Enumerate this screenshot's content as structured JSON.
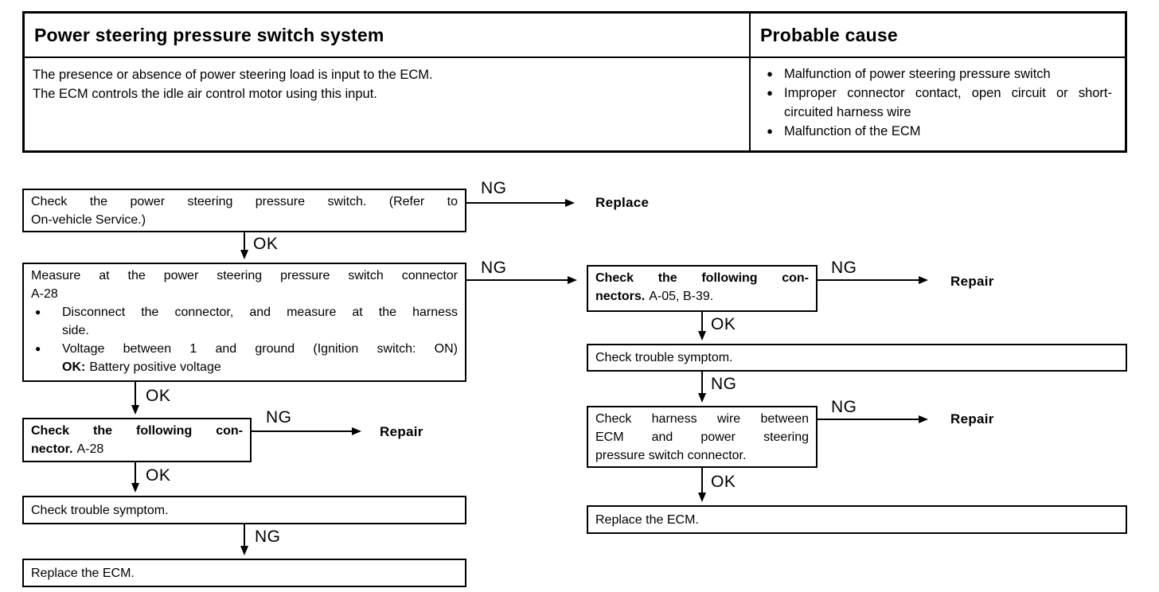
{
  "glyphs": {
    "bullet": "●"
  },
  "header_table": {
    "system_title": "Power steering pressure switch system",
    "cause_title": "Probable cause",
    "description": {
      "line1": "The presence or absence of power steering load is input to the ECM.",
      "line2": "The ECM controls the idle air control motor using this input."
    },
    "causes": [
      {
        "text": "Malfunction of power steering pressure switch"
      },
      {
        "text": "Improper connector contact, open circuit or short-circuited harness wire"
      },
      {
        "text": "Malfunction of the ECM"
      }
    ]
  },
  "flowchart": {
    "labels": {
      "ng": "NG",
      "ok": "OK"
    },
    "terminals": {
      "replace": "Replace",
      "repair": "Repair"
    },
    "boxes": {
      "check_switch": {
        "line1": "Check the power steering pressure switch. (Refer to",
        "line2": "On-vehicle Service.)"
      },
      "measure_connector": {
        "line1": "Measure at the power steering pressure switch connector",
        "line2": "A-28",
        "bullet1_line1": "Disconnect the connector, and measure at the harness",
        "bullet1_line2": "side.",
        "bullet2_line1": "Voltage between 1 and ground (Ignition switch: ON)",
        "ok_label": "OK:",
        "ok_text": "Battery positive voltage"
      },
      "check_connector_left": {
        "bold_line1": "Check the following con-",
        "bold_line2": "nector.",
        "code": "A-28"
      },
      "check_trouble_left": {
        "text": "Check trouble symptom."
      },
      "replace_ecm_left": {
        "text": "Replace the ECM."
      },
      "check_connectors_right": {
        "bold_line1": "Check the following con-",
        "bold_line2": "nectors.",
        "code": "A-05, B-39."
      },
      "check_trouble_right": {
        "text": "Check trouble symptom."
      },
      "check_harness": {
        "line1": "Check harness wire between",
        "line2": "ECM and power steering",
        "line3": "pressure switch connector."
      },
      "replace_ecm_right": {
        "text": "Replace the ECM."
      }
    }
  }
}
